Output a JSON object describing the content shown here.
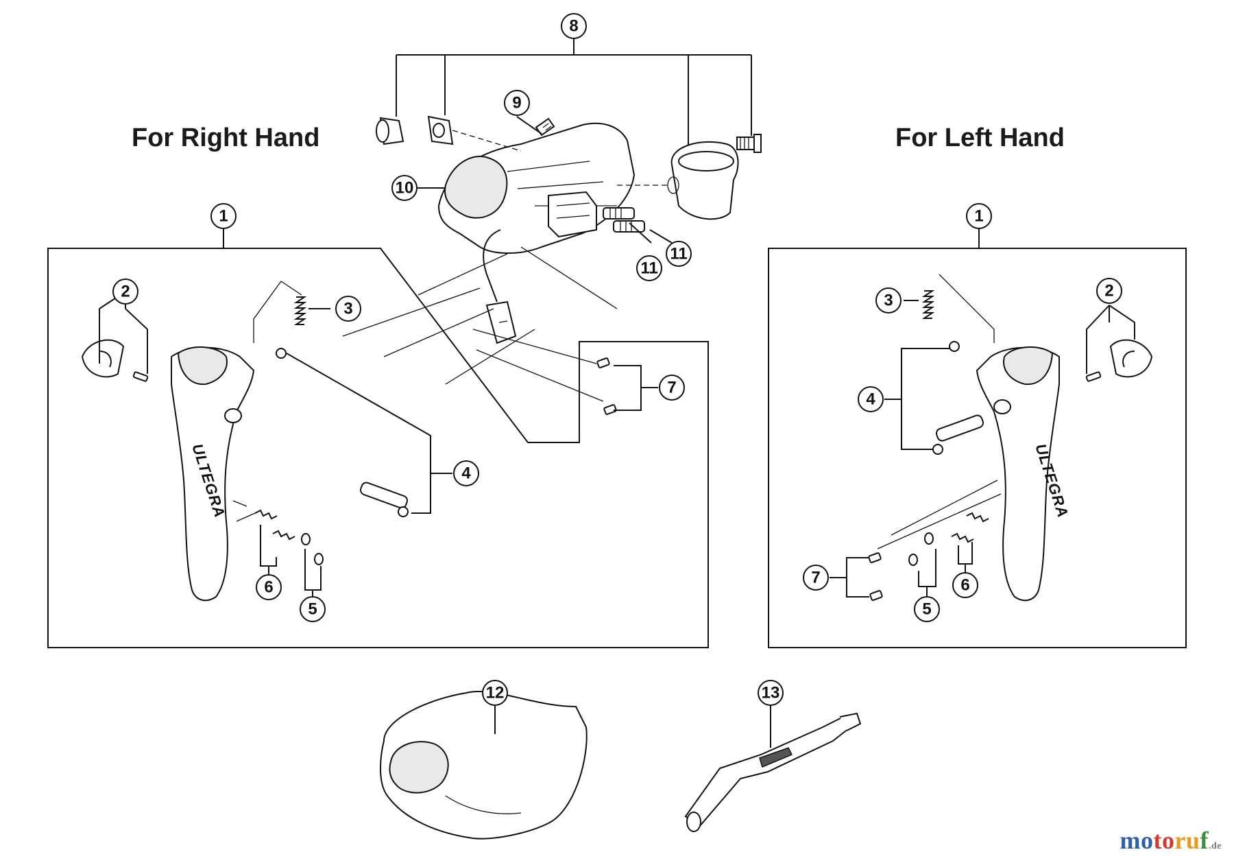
{
  "headings": {
    "right_hand": "For Right Hand",
    "left_hand": "For Left Hand"
  },
  "brand_mark": "ULTEGRA",
  "watermark": {
    "parts": [
      "mo",
      "to",
      "ru",
      "f"
    ],
    "tld": ".de"
  },
  "callouts": {
    "c1r": "1",
    "c1l": "1",
    "c2r": "2",
    "c2l": "2",
    "c3r": "3",
    "c3l": "3",
    "c4r": "4",
    "c4l": "4",
    "c5r": "5",
    "c5l": "5",
    "c6r": "6",
    "c6l": "6",
    "c7r": "7",
    "c7l": "7",
    "c8": "8",
    "c9": "9",
    "c10": "10",
    "c11a": "11",
    "c11b": "11",
    "c12": "12",
    "c13": "13"
  }
}
